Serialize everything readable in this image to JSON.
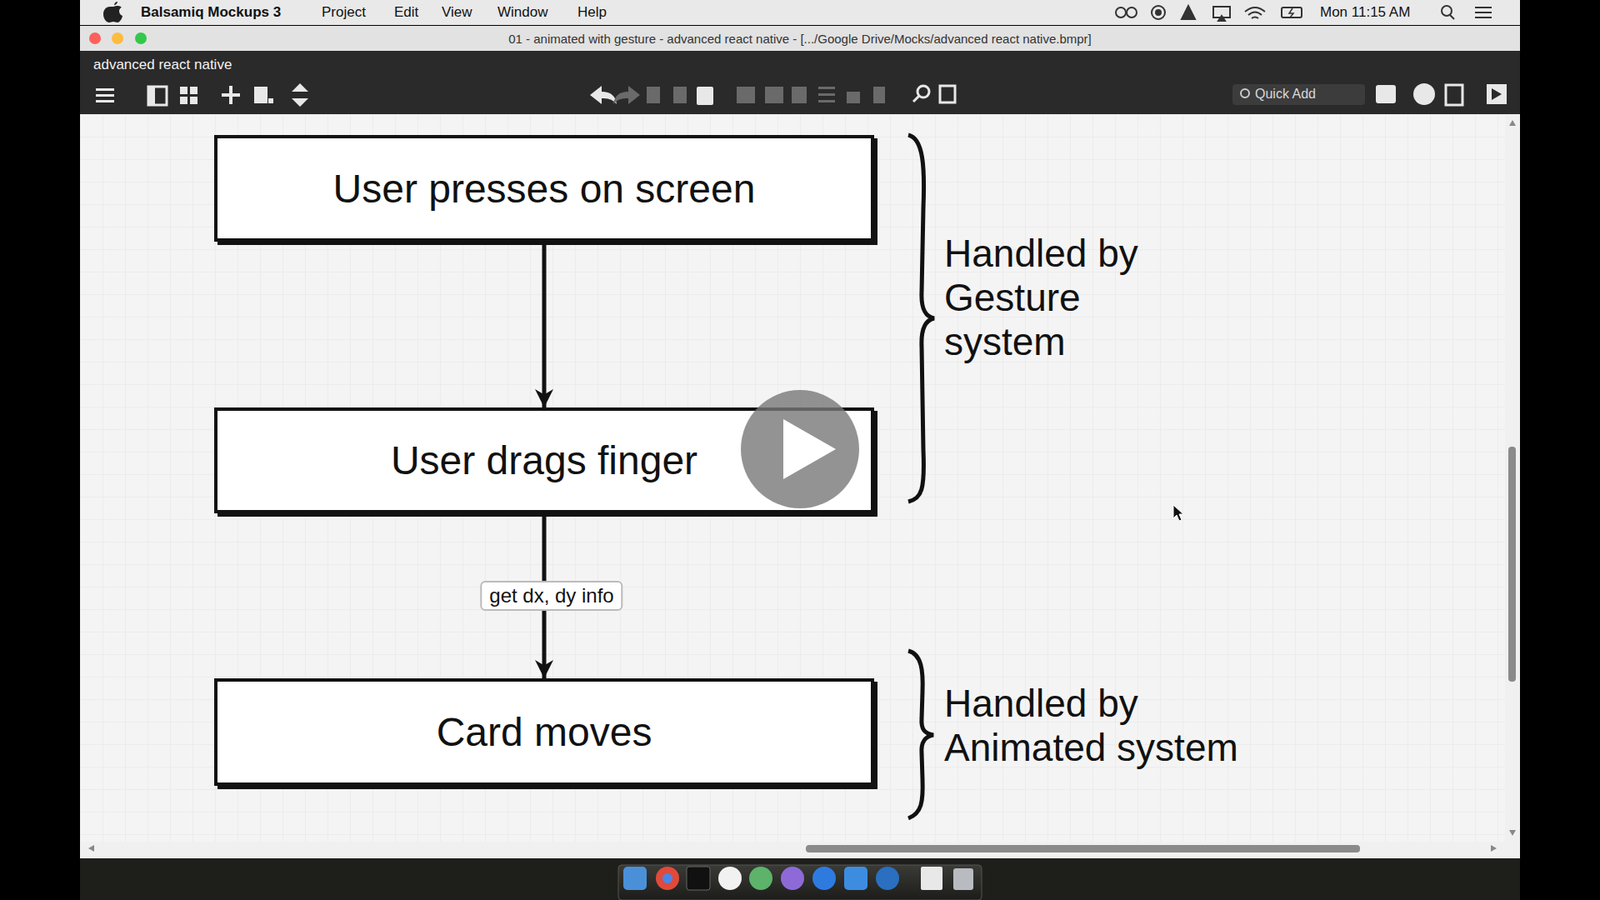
{
  "diagram": {
    "nodes": [
      {
        "text": [
          "User presses on screen"
        ]
      },
      {
        "text": [
          "User drags finger"
        ]
      },
      {
        "text": [
          "Card moves"
        ]
      }
    ],
    "edges": [
      {
        "from": 0,
        "to": 1,
        "arrow": "to"
      },
      {
        "from": 1,
        "to": 2,
        "label": "get dx, dy info",
        "arrow": "to"
      }
    ],
    "labels": [
      "Balsamiq Mockups 3",
      "Project",
      "Edit",
      "View",
      "Window",
      "Help",
      "Mon 11:15 AM",
      "01 - animated with gesture - advanced react native - [.../Google Drive/Mocks/advanced react native.bmpr]",
      "advanced react native",
      "Quick Add",
      "Handled by Gesture system",
      "Handled by Animated system"
    ]
  }
}
